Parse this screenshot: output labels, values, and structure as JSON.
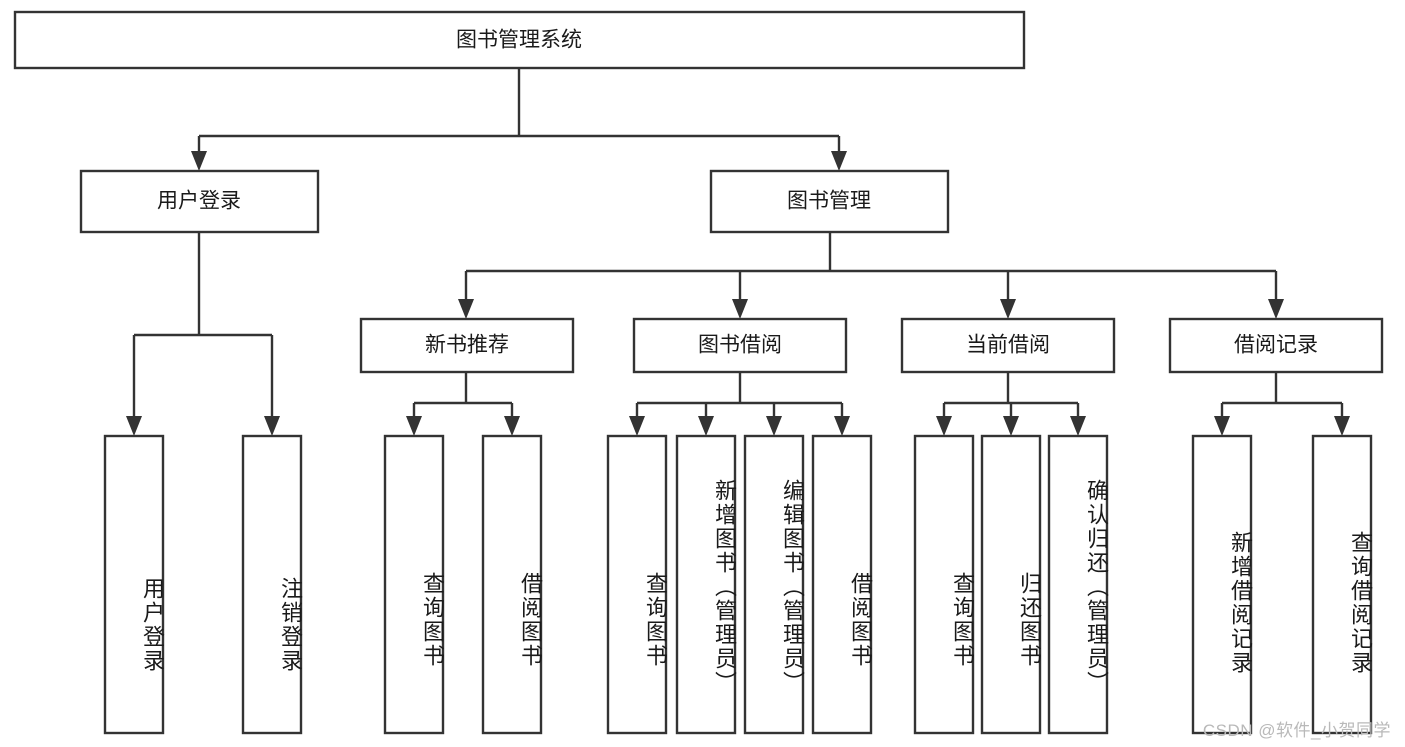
{
  "diagram": {
    "type": "tree-hierarchy",
    "title": "图书管理系统",
    "orientation": "top-down",
    "colors": {
      "box_stroke": "#333333",
      "box_fill": "#ffffff",
      "text": "#1a1a1a",
      "background": "#ffffff",
      "watermark": "#b9b9b9"
    },
    "root": {
      "id": "root",
      "label": "图书管理系统",
      "level": 0
    },
    "level1": [
      {
        "id": "user-login",
        "label": "用户登录",
        "level": 1
      },
      {
        "id": "book-manage",
        "label": "图书管理",
        "level": 1
      }
    ],
    "level2": [
      {
        "id": "new-book-recommend",
        "label": "新书推荐",
        "level": 2,
        "parent": "book-manage"
      },
      {
        "id": "book-borrow",
        "label": "图书借阅",
        "level": 2,
        "parent": "book-manage"
      },
      {
        "id": "current-borrow",
        "label": "当前借阅",
        "level": 2,
        "parent": "book-manage"
      },
      {
        "id": "borrow-record",
        "label": "借阅记录",
        "level": 2,
        "parent": "book-manage"
      }
    ],
    "leaves": [
      {
        "id": "leaf-user-login",
        "label": "用户登录",
        "parent": "user-login"
      },
      {
        "id": "leaf-logout-login",
        "label": "注销登录",
        "parent": "user-login"
      },
      {
        "id": "leaf-query-book-1",
        "label": "查询图书",
        "parent": "new-book-recommend"
      },
      {
        "id": "leaf-borrow-book-1",
        "label": "借阅图书",
        "parent": "new-book-recommend"
      },
      {
        "id": "leaf-query-book-2",
        "label": "查询图书",
        "parent": "book-borrow"
      },
      {
        "id": "leaf-add-book-admin",
        "label": "新增图书（管理员）",
        "parent": "book-borrow"
      },
      {
        "id": "leaf-edit-book-admin",
        "label": "编辑图书（管理员）",
        "parent": "book-borrow"
      },
      {
        "id": "leaf-borrow-book-2",
        "label": "借阅图书",
        "parent": "book-borrow"
      },
      {
        "id": "leaf-query-book-3",
        "label": "查询图书",
        "parent": "current-borrow"
      },
      {
        "id": "leaf-return-book",
        "label": "归还图书",
        "parent": "current-borrow"
      },
      {
        "id": "leaf-confirm-return-admin",
        "label": "确认归还（管理员）",
        "parent": "current-borrow"
      },
      {
        "id": "leaf-add-borrow-record",
        "label": "新增借阅记录",
        "parent": "borrow-record"
      },
      {
        "id": "leaf-query-borrow-record",
        "label": "查询借阅记录",
        "parent": "borrow-record"
      }
    ],
    "watermark": "CSDN @软件_小贺同学"
  }
}
